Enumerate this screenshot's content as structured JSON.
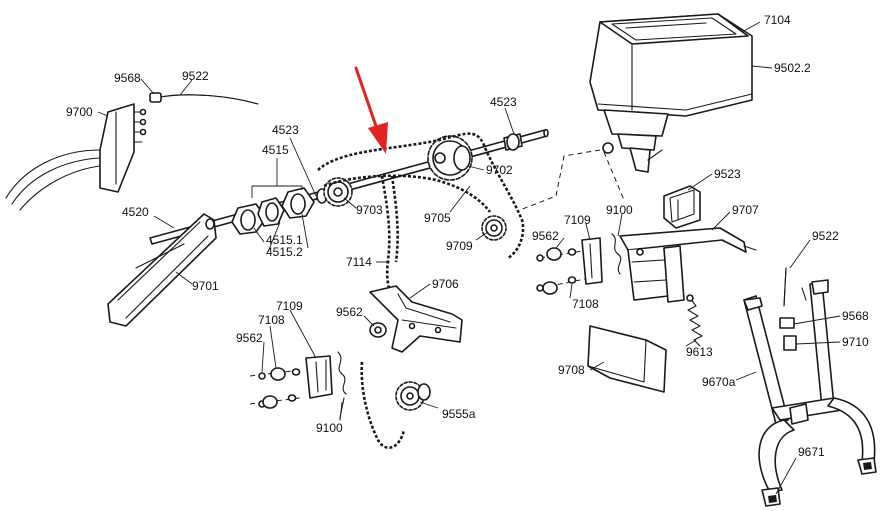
{
  "labels": {
    "l7104": "7104",
    "l9502_2": "9502.2",
    "l9568_top": "9568",
    "l9522_top": "9522",
    "l9700": "9700",
    "l4523_top": "4523",
    "l4523_mid": "4523",
    "l4515": "4515",
    "l4515_1": "4515.1",
    "l4515_2": "4515.2",
    "l4520": "4520",
    "l9701": "9701",
    "l9702": "9702",
    "l9703": "9703",
    "l9705": "9705",
    "l9709": "9709",
    "l7114": "7114",
    "l9706": "9706",
    "l9523": "9523",
    "l9562_right": "9562",
    "l7109_right": "7109",
    "l9100_right": "9100",
    "l9707": "9707",
    "l7108_right": "7108",
    "l9522_right": "9522",
    "l9568_right": "9568",
    "l9710": "9710",
    "l9613": "9613",
    "l9708": "9708",
    "l9670a": "9670a",
    "l9671": "9671",
    "l7109_left": "7109",
    "l7108_left": "7108",
    "l9562_left": "9562",
    "l9562_mid": "9562",
    "l9100_left": "9100",
    "l9555a": "9555a"
  },
  "highlight": {
    "arrow_color": "#e52222"
  },
  "icons": {
    "pointer": "red-arrow-icon"
  }
}
